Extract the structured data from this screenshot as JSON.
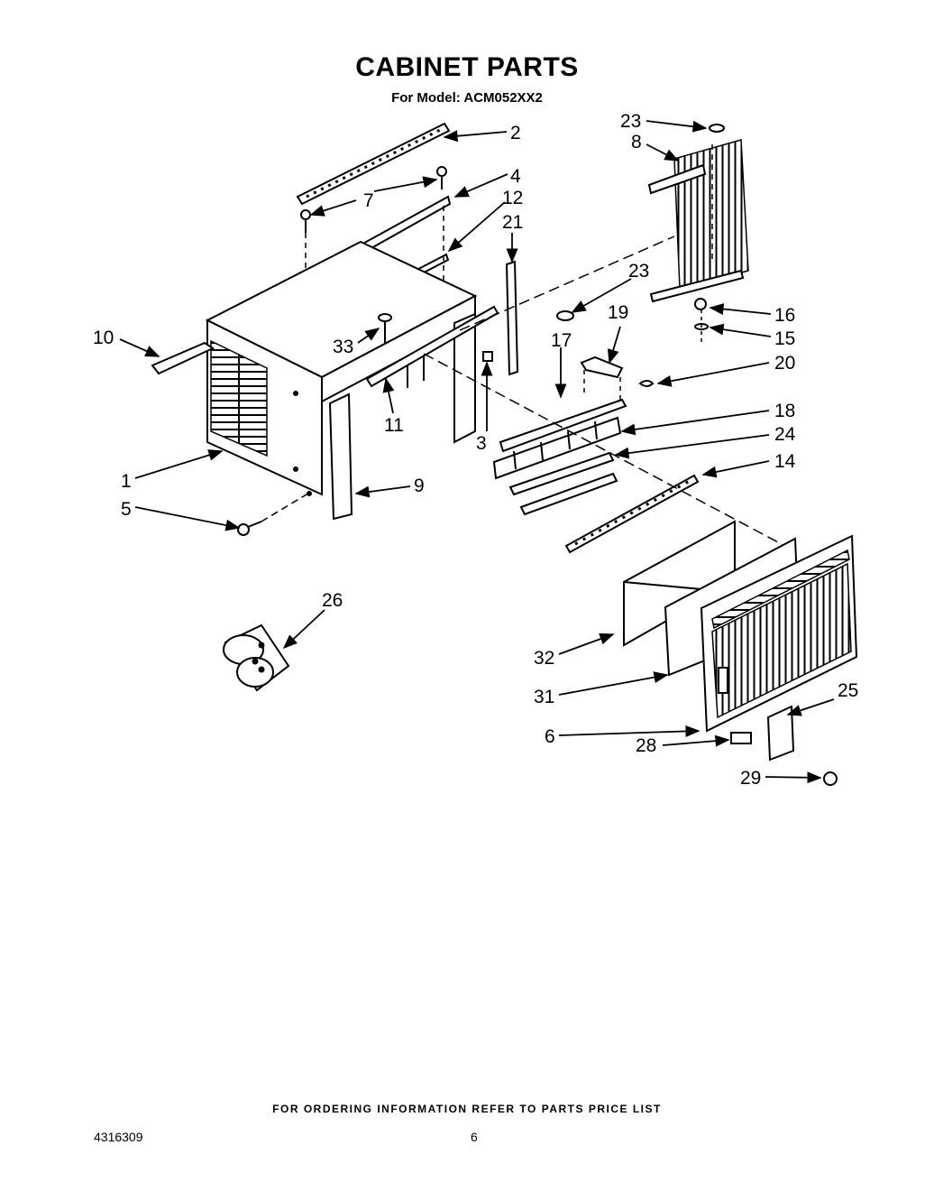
{
  "header": {
    "title": "CABINET PARTS",
    "subtitle": "For Model: ACM052XX2"
  },
  "footer": {
    "note": "FOR ORDERING INFORMATION REFER TO PARTS PRICE LIST",
    "doc_number": "4316309",
    "page_number": "6"
  },
  "callouts": [
    "2",
    "4",
    "7",
    "12",
    "21",
    "23",
    "8",
    "23",
    "16",
    "15",
    "19",
    "20",
    "17",
    "18",
    "24",
    "14",
    "10",
    "33",
    "11",
    "3",
    "1",
    "9",
    "5",
    "26",
    "32",
    "31",
    "6",
    "28",
    "25",
    "29"
  ]
}
